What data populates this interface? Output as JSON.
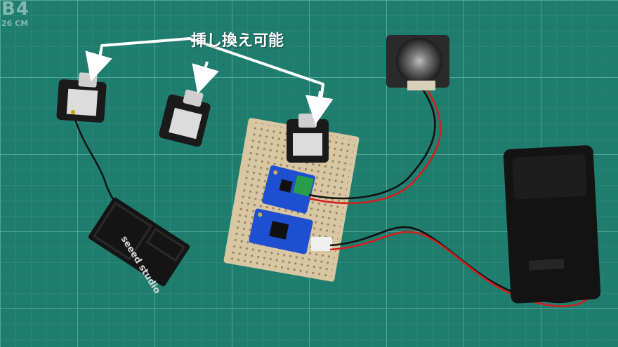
{
  "overlay": {
    "caption": "挿し換え可能",
    "arrow_color": "#ffffff"
  },
  "mat": {
    "label_big": "B4",
    "label_small": "26 CM",
    "base_color": "#1f7d6e",
    "grid_color": "#5fb3a5"
  },
  "antenna": {
    "label": "seeed studio"
  },
  "colors": {
    "pcb_blue": "#1e4fd0",
    "perfboard": "#d9c7a3",
    "module_black": "#1a1a1a",
    "wire_red": "#d41e1e",
    "wire_black": "#111111",
    "terminal_green": "#2a9d4b"
  }
}
